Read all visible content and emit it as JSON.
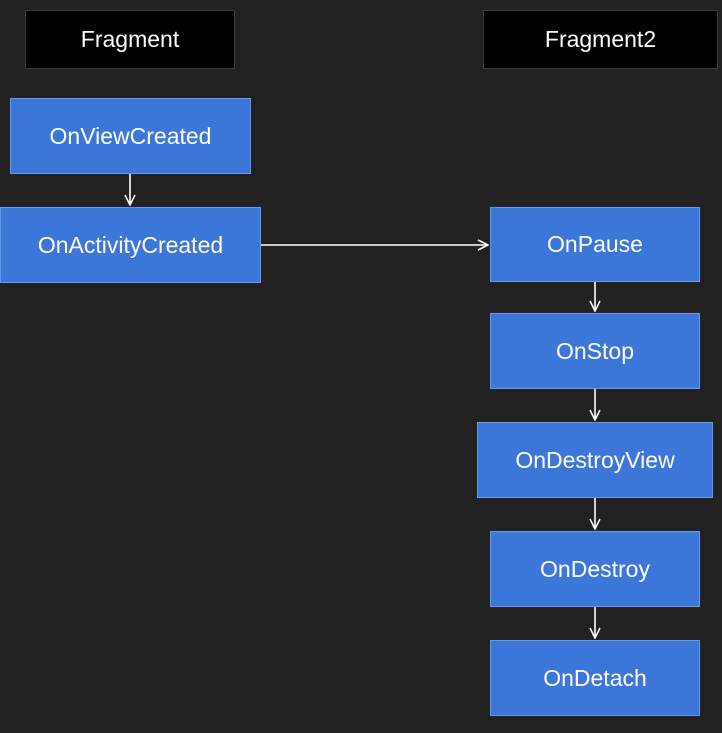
{
  "headers": {
    "fragment": "Fragment",
    "fragment2": "Fragment2"
  },
  "fragment_nodes": [
    "OnViewCreated",
    "OnActivityCreated"
  ],
  "fragment2_nodes": [
    "OnPause",
    "OnStop",
    "OnDestroyView",
    "OnDestroy",
    "OnDetach"
  ],
  "colors": {
    "background": "#212121",
    "header_bg": "#000000",
    "node_fill": "#3b76d8",
    "node_border": "#6a9ae8",
    "text": "#ffffff",
    "arrow": "#ffffff"
  }
}
